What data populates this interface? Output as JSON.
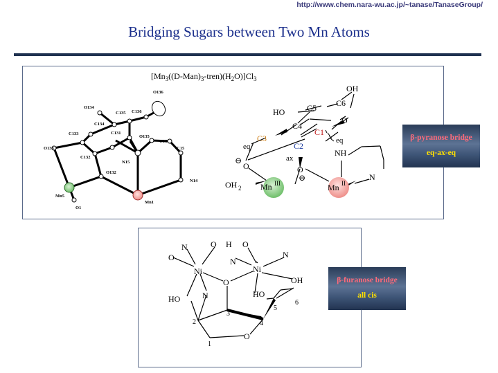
{
  "header": {
    "url": "http://www.chem.nara-wu.ac.jp/~tanase/TanaseGroup/",
    "title": "Bridging Sugars between Two Mn Atoms"
  },
  "panel1": {
    "formula": [
      "[Mn",
      "3",
      "((D-Man)",
      "3",
      "-tren)(H",
      "2",
      "O)]Cl",
      "3"
    ],
    "ortep_labels": [
      "O136",
      "O134",
      "C135",
      "C136",
      "C133",
      "C134",
      "O133",
      "C131",
      "O135",
      "C16",
      "C15",
      "C132",
      "N15",
      "O132",
      "N14",
      "Mn5",
      "O1",
      "Mn1"
    ],
    "scheme": {
      "oh_top": "OH",
      "c6": "C6",
      "c5": "C5",
      "ho": "HO",
      "c4": "C4",
      "c1": "C1",
      "o_ring": "O",
      "c3": "C3",
      "eq_left": "eq",
      "eq_right": "eq",
      "c2": "C2",
      "ax": "ax",
      "nh": "NH",
      "o_left": "O",
      "o_bridge": "O",
      "minus": "⊖",
      "oh2": "OH",
      "oh2_sub": "2",
      "mn": "Mn",
      "mn_ox": "III",
      "mn2": "Mn",
      "mn2_ox": "II",
      "n": "N"
    },
    "label_line1": "β-pyranose bridge",
    "label_line2": "eq-ax-eq"
  },
  "panel2": {
    "scheme": {
      "n1": "N",
      "ohO": "O",
      "h": "H",
      "o2": "O",
      "n2": "N",
      "o_left": "O",
      "n3": "N",
      "ni1": "Ni",
      "ni2": "Ni",
      "o_mid": "O",
      "oh": "OH",
      "ho1": "HO",
      "n4": "N",
      "ho2": "HO",
      "n5": "5",
      "n6": "6",
      "n3c": "3",
      "n2c": "2",
      "n4c": "4",
      "n1c": "1",
      "o_ring": "O"
    },
    "label_line1": "β-furanose bridge",
    "label_line2": "all cis"
  },
  "colors": {
    "title": "#1b2f8c",
    "mn_green": "#7dc47a",
    "mn_pink": "#f4a8a4",
    "c_orange": "#d08018",
    "c_blue": "#1a3aa0",
    "c_red": "#c01818"
  }
}
